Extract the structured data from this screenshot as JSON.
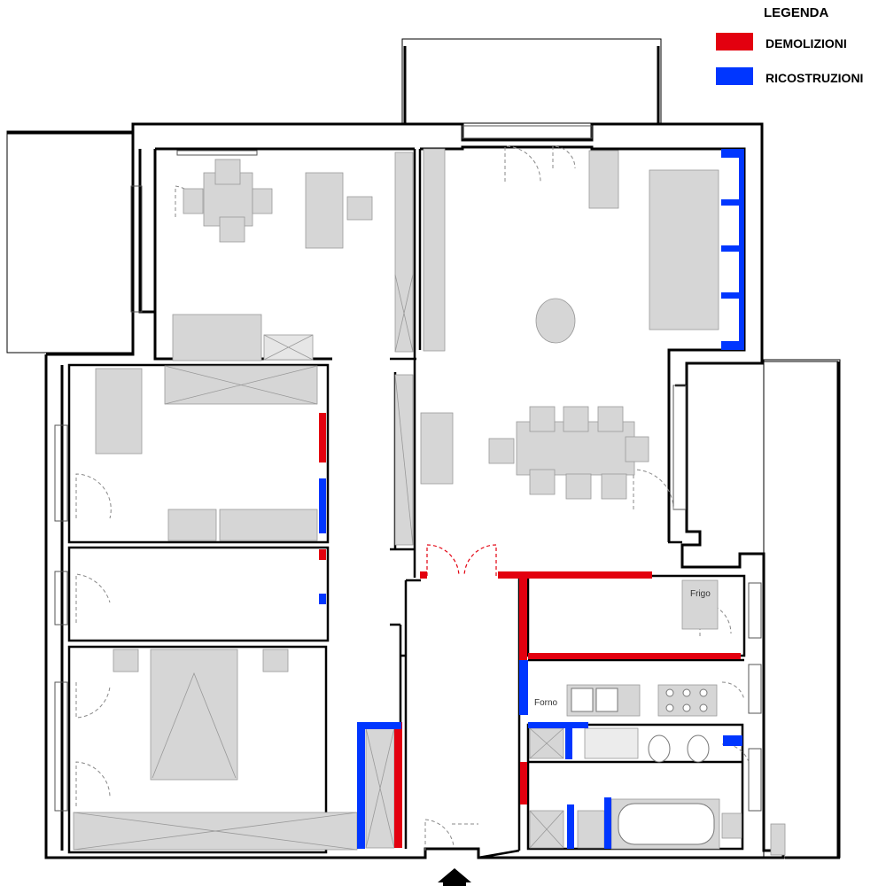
{
  "legend": {
    "title": "LEGENDA",
    "items": [
      {
        "label": "DEMOLIZIONI",
        "color": "#e3000f"
      },
      {
        "label": "RICOSTRUZIONI",
        "color": "#0036ff"
      }
    ]
  },
  "labels": {
    "fridge": "Frigo",
    "oven": "Forno"
  },
  "colors": {
    "wall": "#000000",
    "furniture": "#d6d6d6",
    "demolition": "#e3000f",
    "reconstruction": "#0036ff"
  }
}
